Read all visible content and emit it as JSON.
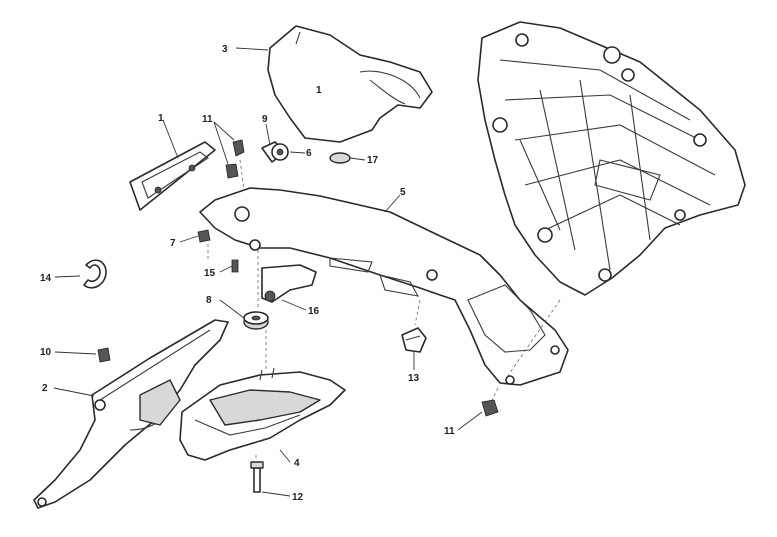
{
  "diagram": {
    "title": "Rear number plate holder exploded view",
    "callouts": {
      "c1": "1",
      "c1b": "1",
      "c2": "2",
      "c3": "3",
      "c4": "4",
      "c5": "5",
      "c6": "6",
      "c7": "7",
      "c8": "8",
      "c9": "9",
      "c10": "10",
      "c11a": "11",
      "c11b": "11",
      "c12": "12",
      "c13": "13",
      "c14": "14",
      "c15": "15",
      "c16": "16",
      "c17": "17"
    }
  }
}
